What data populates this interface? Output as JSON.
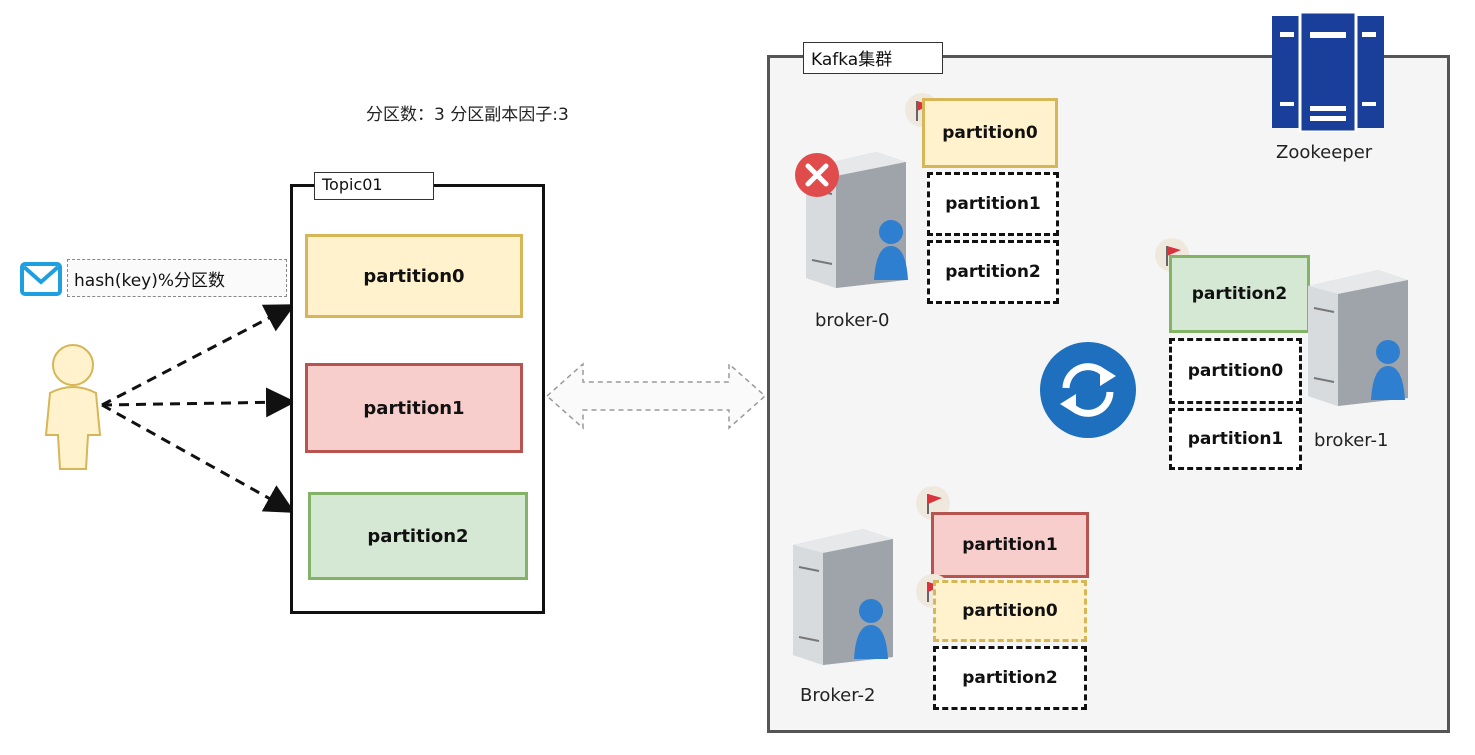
{
  "info_text": "分区数：3  分区副本因子:3",
  "hash_label": "hash(key)%分区数",
  "topic": {
    "title": "Topic01",
    "partitions": [
      "partition0",
      "partition1",
      "partition2"
    ]
  },
  "cluster": {
    "title": "Kafka集群",
    "zookeeper_label": "Zookeeper",
    "brokers": [
      {
        "label": "broker-0",
        "partitions": [
          "partition0",
          "partition1",
          "partition2"
        ]
      },
      {
        "label": "broker-1",
        "partitions": [
          "partition2",
          "partition0",
          "partition1"
        ]
      },
      {
        "label": "Broker-2",
        "partitions": [
          "partition1",
          "partition0",
          "partition2"
        ]
      }
    ]
  },
  "colors": {
    "partition0": "#fff2cc",
    "partition1": "#f8cecc",
    "partition2": "#d5e8d4",
    "sync_icon": "#1f6fbf",
    "error_icon": "#e04b4b",
    "mail_icon": "#1ea0e0",
    "zookeeper_icon": "#1a3f9a"
  },
  "icons": [
    "mail-icon",
    "user-icon",
    "server-icon",
    "error-icon",
    "flag-icon",
    "sync-icon",
    "zookeeper-icon"
  ]
}
